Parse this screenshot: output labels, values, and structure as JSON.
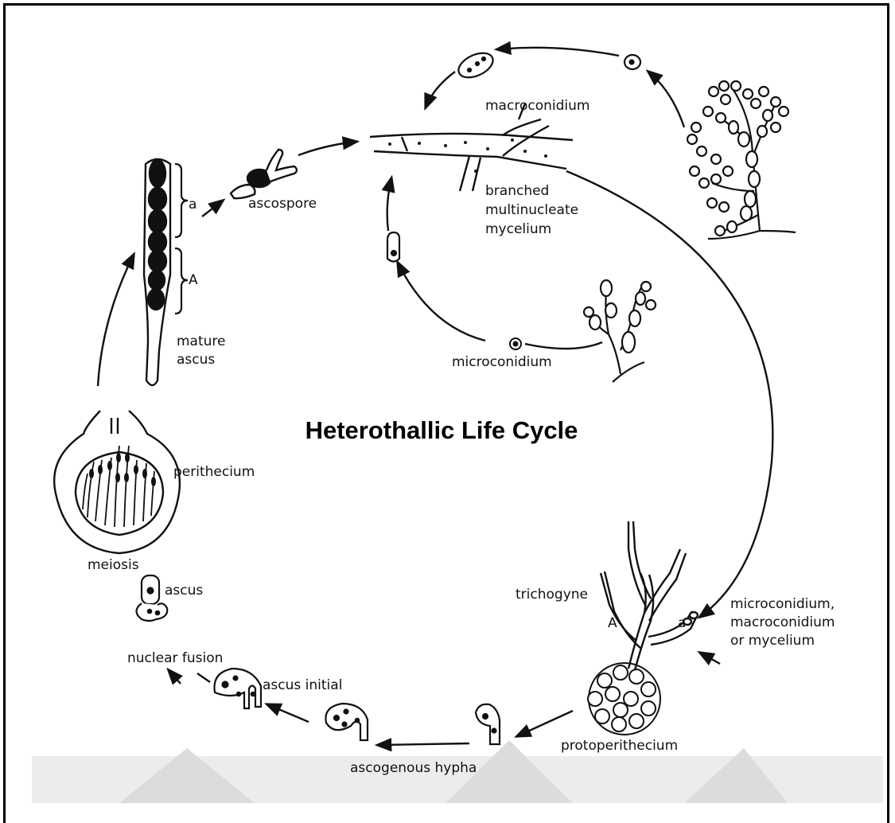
{
  "title": "Heterothallic Life Cycle",
  "labels": {
    "macroconidium": "macroconidium",
    "branched_1": "branched",
    "branched_2": "multinucleate",
    "branched_3": "mycelium",
    "ascospore": "ascospore",
    "segment_a": "a",
    "segment_A": "A",
    "mature_1": "mature",
    "mature_2": "ascus",
    "microconidium": "microconidium",
    "perithecium": "perithecium",
    "meiosis": "meiosis",
    "ascus": "ascus",
    "nuclear_fusion": "nuclear fusion",
    "ascus_initial": "ascus initial",
    "ascogenous_hypha": "ascogenous hypha",
    "protoperithecium": "protoperithecium",
    "trichogyne": "trichogyne",
    "proto_A": "A",
    "proto_a": "a",
    "fert_1": "microconidium,",
    "fert_2": "macroconidium",
    "fert_3": "or mycelium"
  },
  "colors": {
    "ink": "#111111",
    "background": "#ffffff",
    "watermark": "#e6e6e6"
  }
}
